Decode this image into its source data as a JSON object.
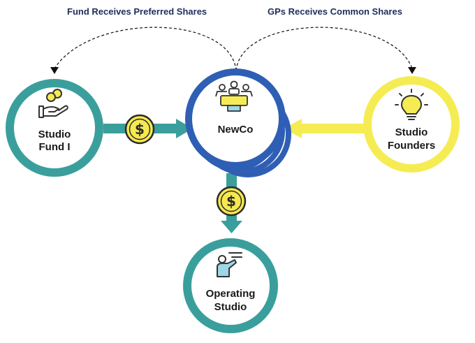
{
  "labels": {
    "fund_receives": "Fund Receives Preferred Shares",
    "gps_receives": "GPs Receives Common Shares"
  },
  "nodes": {
    "fund": {
      "line1": "Studio",
      "line2": "Fund I"
    },
    "newco": {
      "label": "NewCo"
    },
    "founders": {
      "line1": "Studio",
      "line2": "Founders"
    },
    "operating": {
      "line1": "Operating",
      "line2": "Studio"
    }
  },
  "coin_symbol": "$",
  "colors": {
    "teal": "#3a9f9c",
    "blue": "#2f5fb4",
    "yellow": "#f5ec54",
    "coin": "#f6e94f",
    "label": "#1f2d5c"
  },
  "icons": {
    "fund": "hand-coin-icon",
    "newco": "team-meeting-icon",
    "founders": "lightbulb-icon",
    "operating": "presenter-icon"
  }
}
